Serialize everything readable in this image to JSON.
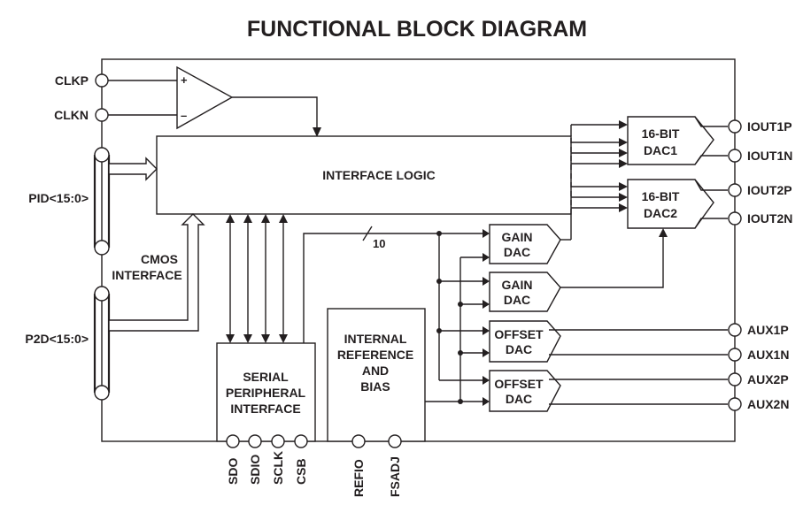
{
  "title": "FUNCTIONAL BLOCK DIAGRAM",
  "pins": {
    "clkp": "CLKP",
    "clkn": "CLKN",
    "pid": "PID<15:0>",
    "p2d": "P2D<15:0>",
    "iout1p": "IOUT1P",
    "iout1n": "IOUT1N",
    "iout2p": "IOUT2P",
    "iout2n": "IOUT2N",
    "aux1p": "AUX1P",
    "aux1n": "AUX1N",
    "aux2p": "AUX2P",
    "aux2n": "AUX2N",
    "sdo": "SDO",
    "sdio": "SDIO",
    "sclk": "SCLK",
    "csb": "CSB",
    "refio": "REFIO",
    "fsadj": "FSADJ"
  },
  "amp": {
    "plus": "+",
    "minus": "–"
  },
  "blocks": {
    "interface_logic": "INTERFACE LOGIC",
    "cmos_interface": [
      "CMOS",
      "INTERFACE"
    ],
    "dac1": [
      "16-BIT",
      "DAC1"
    ],
    "dac2": [
      "16-BIT",
      "DAC2"
    ],
    "gain_dac_1": [
      "GAIN",
      "DAC"
    ],
    "gain_dac_2": [
      "GAIN",
      "DAC"
    ],
    "offset_dac_1": [
      "OFFSET",
      "DAC"
    ],
    "offset_dac_2": [
      "OFFSET",
      "DAC"
    ],
    "serial_peripheral": [
      "SERIAL",
      "PERIPHERAL",
      "INTERFACE"
    ],
    "internal_reference": [
      "INTERNAL",
      "REFERENCE",
      "AND",
      "BIAS"
    ]
  },
  "bus_width": "10"
}
